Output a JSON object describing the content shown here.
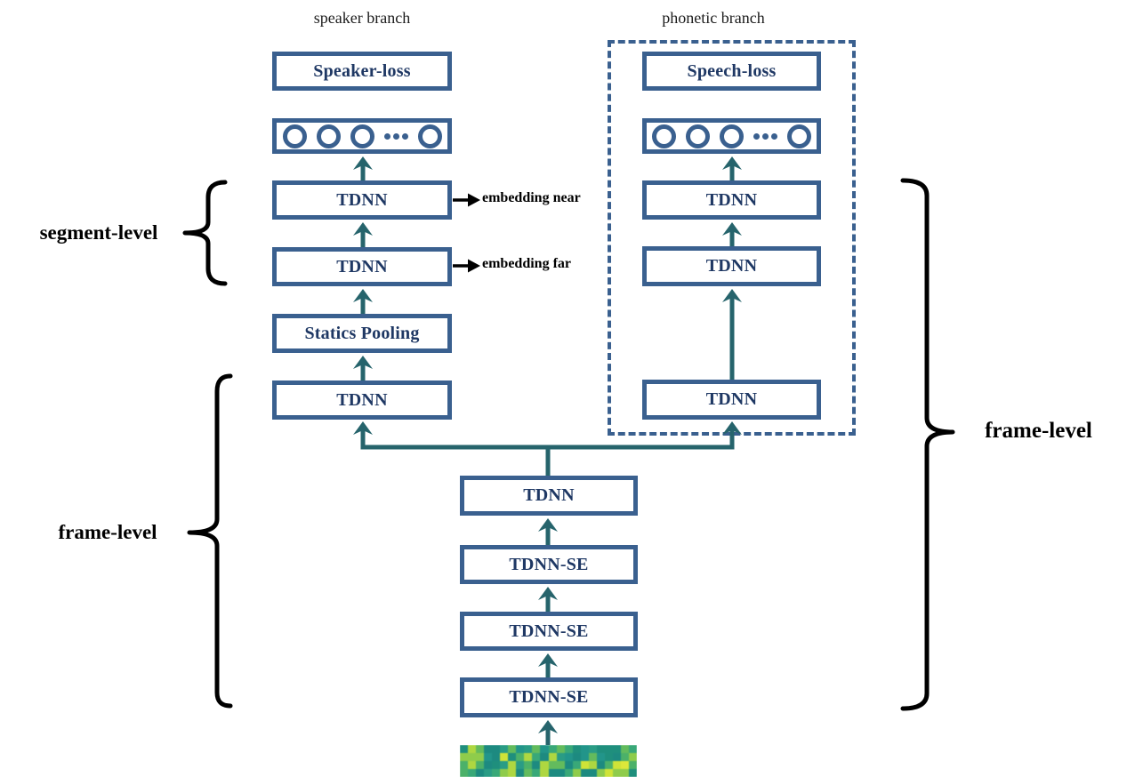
{
  "figure": {
    "speaker_branch": {
      "title": "speaker branch",
      "loss": "Speaker-loss",
      "segment_layers": [
        "TDNN",
        "TDNN"
      ],
      "pooling": "Statics Pooling",
      "frame_layer": "TDNN"
    },
    "phonetic_branch": {
      "title": "phonetic branch",
      "loss": "Speech-loss",
      "layers": [
        "TDNN",
        "TDNN",
        "TDNN"
      ]
    },
    "trunk": {
      "layers": [
        "TDNN",
        "TDNN-SE",
        "TDNN-SE",
        "TDNN-SE"
      ]
    },
    "labels": {
      "segment_level": "segment-level",
      "frame_level_left": "frame-level",
      "frame_level_right": "frame-level",
      "embedding_near": "embedding near",
      "embedding_far": "embedding far"
    },
    "icons": {
      "vector_ellipsis": "three-dots",
      "vector_units": "circle-nodes",
      "input": "spectrogram"
    },
    "colors": {
      "box_border": "#3a608f",
      "box_text": "#1f3864",
      "arrow_teal": "#26646c",
      "annotation_black": "#000000",
      "spectrogram_teal": "#22958a",
      "spectrogram_yellow": "#dde83a"
    }
  }
}
